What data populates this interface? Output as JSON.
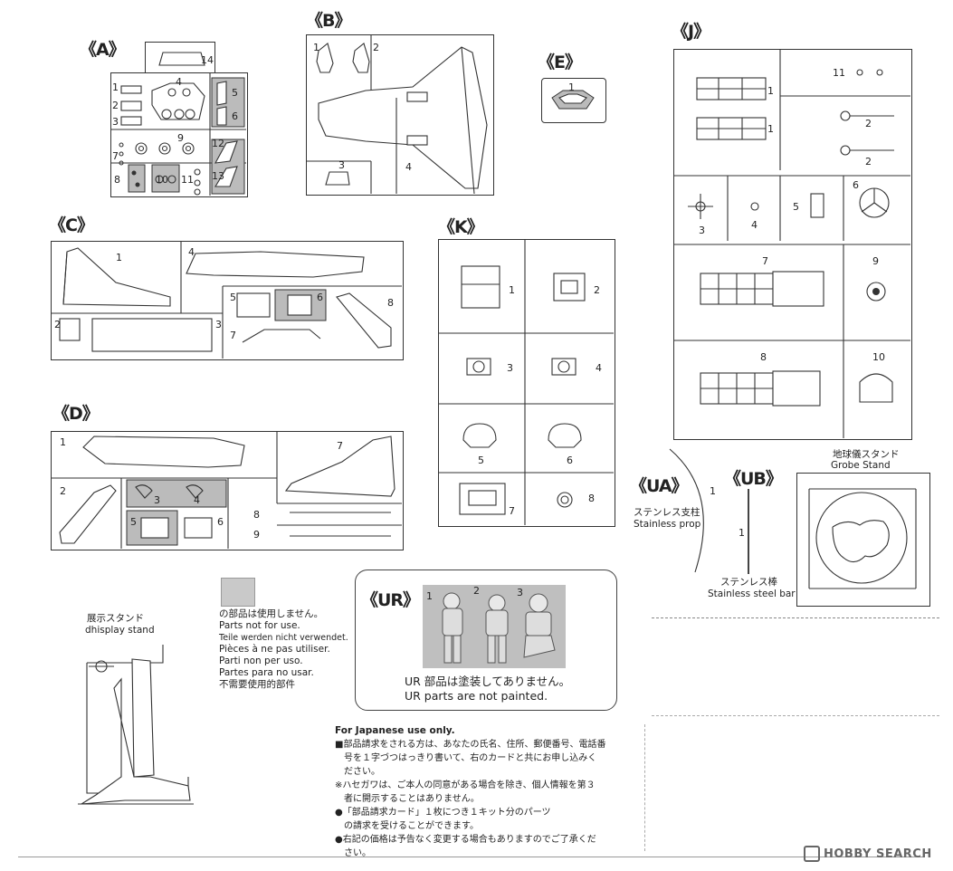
{
  "sections": {
    "A": {
      "label": "《A》",
      "parts": [
        "14",
        "1",
        "2",
        "3",
        "4",
        "5",
        "6",
        "9",
        "7",
        "8",
        "10",
        "11",
        "12",
        "13"
      ]
    },
    "B": {
      "label": "《B》",
      "parts": [
        "1",
        "2",
        "3",
        "4"
      ]
    },
    "E": {
      "label": "《E》",
      "parts": [
        "1"
      ]
    },
    "J": {
      "label": "《J》",
      "parts": [
        "1",
        "1",
        "11",
        "2",
        "2",
        "3",
        "4",
        "5",
        "6",
        "7",
        "9",
        "8",
        "10"
      ]
    },
    "C": {
      "label": "《C》",
      "parts": [
        "1",
        "4",
        "5",
        "6",
        "8",
        "2",
        "3",
        "7"
      ]
    },
    "K": {
      "label": "《K》",
      "parts": [
        "1",
        "2",
        "3",
        "4",
        "5",
        "6",
        "7",
        "8"
      ]
    },
    "D": {
      "label": "《D》",
      "parts": [
        "1",
        "7",
        "2",
        "3",
        "4",
        "5",
        "6",
        "8",
        "9"
      ]
    },
    "UA": {
      "label": "《UA》",
      "part": "1",
      "jp": "ステンレス支柱",
      "en": "Stainless prop"
    },
    "UB": {
      "label": "《UB》",
      "part": "1",
      "jp": "ステンレス棒",
      "en": "Stainless steel bar"
    },
    "UR": {
      "label": "《UR》",
      "parts": [
        "1",
        "2",
        "3"
      ],
      "note_jp": "UR 部品は塗装してありません。",
      "note_en": "UR parts are not painted."
    }
  },
  "globe_stand": {
    "jp": "地球儀スタンド",
    "en": "Grobe Stand"
  },
  "display_stand": {
    "jp": "展示スタンド",
    "en": "dhisplay stand"
  },
  "legend": {
    "swatch_color": "#c9c9c9",
    "lines": [
      "の部品は使用しません。",
      "Parts not for use.",
      "Teile werden nicht verwendet.",
      "Pièces à ne pas utiliser.",
      "Parti non per uso.",
      "Partes para no usar.",
      "不需要使用的部件"
    ]
  },
  "japanese_notice": {
    "title": "For Japanese use only.",
    "lines": [
      "■部品請求をされる方は、あなたの氏名、住所、郵便番号、電話番",
      "号を１字づつはっきり書いて、右のカードと共にお申し込みく",
      "ださい。",
      "※ハセガワは、ご本人の同意がある場合を除き、個人情報を第３",
      "者に開示することはありません。",
      "●「部品請求カード」１枚につき１キット分のパーツ",
      "の請求を受けることができます。",
      "●右記の価格は予告なく変更する場合もありますのでご了承くだ",
      "さい。"
    ]
  },
  "watermark": "HOBBY SEARCH"
}
